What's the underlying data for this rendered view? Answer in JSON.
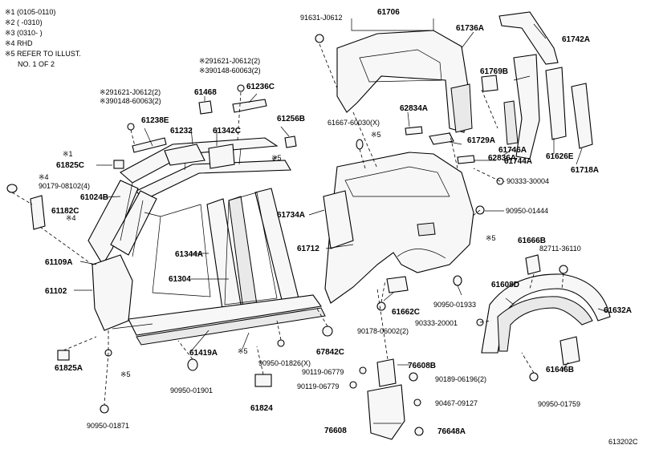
{
  "notes": [
    "※1 (0105-0110)",
    "※2 (      -0310)",
    "※3 (0310-      )",
    "※4 RHD",
    "※5 REFER TO ILLUST.",
    "NO. 1 OF 2"
  ],
  "labels": {
    "p61706": "61706",
    "p91631": "91631-J0612",
    "p61736A": "61736A",
    "p61742A": "61742A",
    "p61769B": "61769B",
    "p62834A": "62834A",
    "p61667": "61667-60030(X)",
    "s5a": "※5",
    "p61729A": "61729A",
    "p62836A": "62836A",
    "p61746A": "61746A",
    "p61744A": "61744A",
    "p61626E": "61626E",
    "p61718A": "61718A",
    "p90333a": "90333-30004",
    "p90950a": "90950-01444",
    "p61734A": "61734A",
    "p61712": "61712",
    "s5b": "※5",
    "p61666B": "61666B",
    "p82711": "82711-36110",
    "p61608D": "61608D",
    "p61632A": "61632A",
    "p61662C": "61662C",
    "p90950b": "90950-01933",
    "p90333b": "90333-20001",
    "p90178": "90178-06002(2)",
    "p61646B": "61646B",
    "p76608B": "76608B",
    "p90119a": "90119-06779",
    "p90189": "90189-06196(2)",
    "p90119b": "90119-06779",
    "p90467": "90467-09127",
    "p90950c": "90950-01759",
    "p76608": "76608",
    "p76648A": "76648A",
    "p61468": "61468",
    "p2_91621": "※291621-J0612(2)",
    "p3_390148": "※390148-60063(2)",
    "p61236C": "61236C",
    "p2_91621b": "※291621-J0612(2)",
    "p3_390148b": "※390148-60063(2)",
    "p61238E": "61238E",
    "p61232": "61232",
    "p61342C": "61342C",
    "p61256B": "61256B",
    "s1": "※1",
    "p61825C": "61825C",
    "s5c": "※5",
    "s4a": "※4",
    "p90179": "90179-08102(4)",
    "p61024B": "61024B",
    "p61182C": "61182C",
    "s4b": "※4",
    "p61109A": "61109A",
    "p61344A": "61344A",
    "p61102": "61102",
    "p61304": "61304",
    "p61419A": "61419A",
    "s5d": "※5",
    "p90950d": "90950-01826(X)",
    "p67842C": "67842C",
    "p61825A": "61825A",
    "s5e": "※5",
    "p90950e": "90950-01901",
    "p61824": "61824",
    "p90950f": "90950-01871",
    "code": "613202C"
  }
}
